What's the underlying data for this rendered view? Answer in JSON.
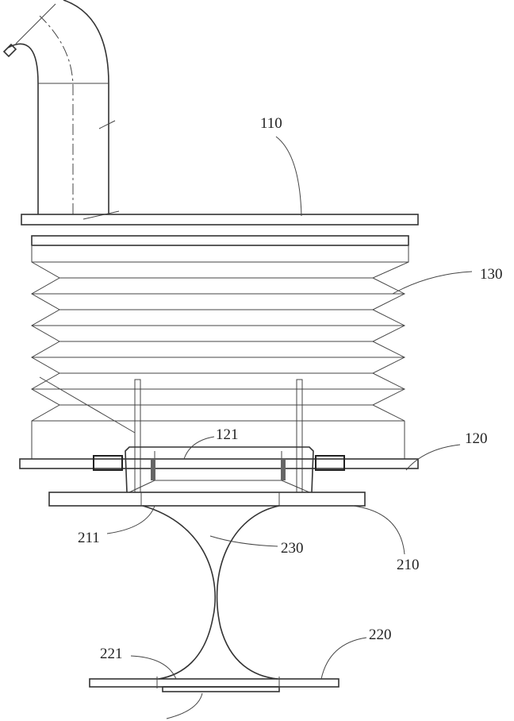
{
  "figure": {
    "labels": {
      "top_plate": "110",
      "bellows": "130",
      "fitting": "121",
      "bottom_flange": "120",
      "upper_plate_inner": "211",
      "connector": "230",
      "upper_plate": "210",
      "lower_plate": "220",
      "lower_plate_inner": "221"
    }
  }
}
